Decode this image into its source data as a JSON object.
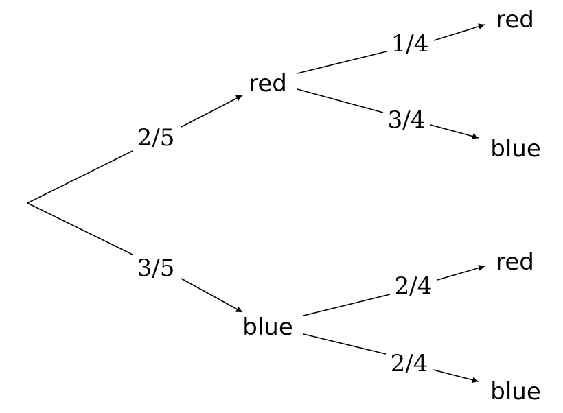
{
  "tree": {
    "branches": [
      {
        "node": "red",
        "probability": "2/5",
        "children": [
          {
            "node": "red",
            "probability": "1/4"
          },
          {
            "node": "blue",
            "probability": "3/4"
          }
        ]
      },
      {
        "node": "blue",
        "probability": "3/5",
        "children": [
          {
            "node": "red",
            "probability": "2/4"
          },
          {
            "node": "blue",
            "probability": "2/4"
          }
        ]
      }
    ]
  }
}
